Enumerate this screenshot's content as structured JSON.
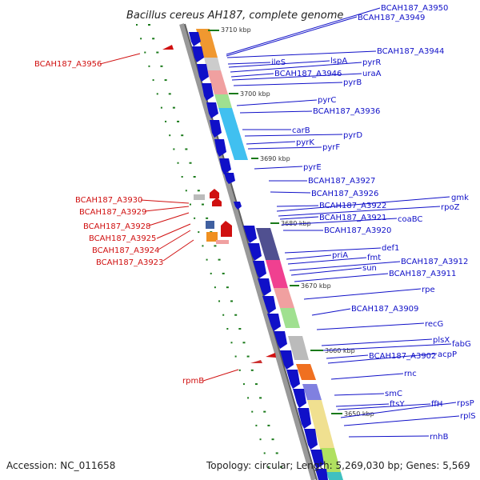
{
  "title": "Bacillus cereus AH187, complete genome",
  "footer": {
    "accession": "Accession: NC_011658",
    "topology": "Topology: circular; Length: 5,269,030 bp; Genes: 5,569"
  },
  "scale_labels": [
    "3710 kbp",
    "3700 kbp",
    "3690 kbp",
    "3680 kbp",
    "3670 kbp",
    "3660 kbp",
    "3650 kbp"
  ],
  "forward_labels": [
    "BCAH187_A3950",
    "BCAH187_A3949",
    "BCAH187_A3944",
    "ileS",
    "lspA",
    "pyrR",
    "BCAH187_A3946",
    "uraA",
    "pyrB",
    "pyrC",
    "BCAH187_A3936",
    "carB",
    "pyrD",
    "pyrK",
    "pyrF",
    "pyrE",
    "BCAH187_A3927",
    "BCAH187_A3926",
    "gmk",
    "BCAH187_A3922",
    "rpoZ",
    "BCAH187_A3921",
    "coaBC",
    "BCAH187_A3920",
    "def1",
    "priA",
    "fmt",
    "BCAH187_A3912",
    "sun",
    "BCAH187_A3911",
    "rpe",
    "BCAH187_A3909",
    "recG",
    "plsX",
    "fabG",
    "BCAH187_A3902",
    "acpP",
    "rnc",
    "smC",
    "ftsY",
    "ffH",
    "rpsP",
    "rplS",
    "rnhB"
  ],
  "reverse_labels": [
    "BCAH187_A3956",
    "BCAH187_A3930",
    "BCAH187_A3929",
    "BCAH187_A3928",
    "BCAH187_A3925",
    "BCAH187_A3924",
    "BCAH187_A3923",
    "rpmB"
  ],
  "colors": {
    "forward": "#1010c8",
    "reverse": "#d01010",
    "backbone": "#7a7a7a",
    "ring_dots": "#1a7a1a"
  }
}
